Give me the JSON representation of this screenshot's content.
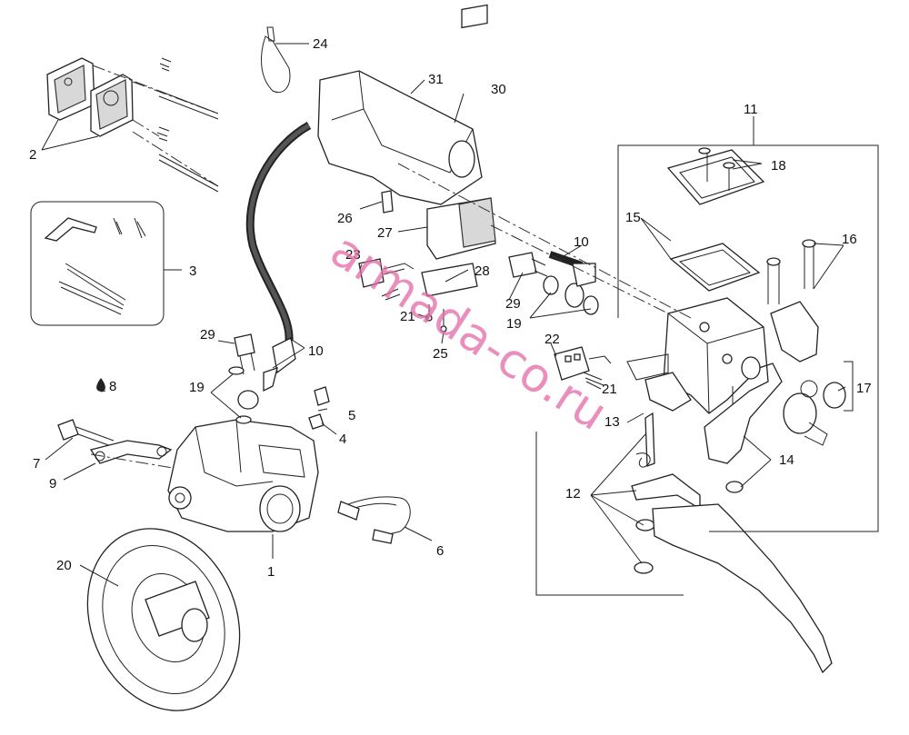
{
  "callouts": {
    "c1": "1",
    "c2": "2",
    "c3": "3",
    "c4": "4",
    "c5": "5",
    "c6": "6",
    "c7": "7",
    "c8": "8",
    "c9": "9",
    "c10a": "10",
    "c10b": "10",
    "c11": "11",
    "c12": "12",
    "c13": "13",
    "c14": "14",
    "c15": "15",
    "c16": "16",
    "c17": "17",
    "c18": "18",
    "c19a": "19",
    "c19b": "19",
    "c20": "20",
    "c21a": "21",
    "c21b": "21",
    "c22": "22",
    "c23": "23",
    "c24": "24",
    "c25": "25",
    "c26": "26",
    "c27": "27",
    "c28": "28",
    "c29a": "29",
    "c29b": "29",
    "c30": "30",
    "c31": "31"
  },
  "watermark": "armada-co.ru",
  "colors": {
    "line": "#222222",
    "watermark": "#e46aa6",
    "background": "#ffffff"
  }
}
